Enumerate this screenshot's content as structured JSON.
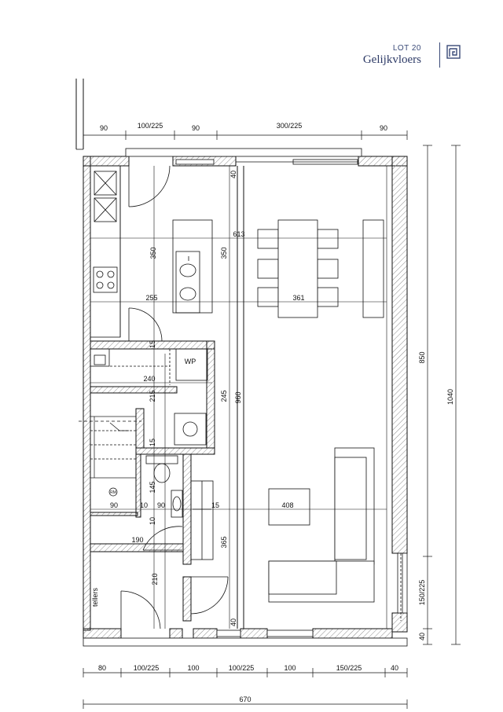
{
  "header": {
    "lot": "LOT 20",
    "title": "Gelijkvloers"
  },
  "labels": {
    "wp": "WP",
    "rm": "RM",
    "tellers": "tellers"
  },
  "dimensions": {
    "top": [
      "90",
      "100/225",
      "90",
      "300/225",
      "90"
    ],
    "bottom": [
      "80",
      "100/225",
      "100",
      "100/225",
      "100",
      "150/225",
      "40"
    ],
    "total_width": "670",
    "right_outer": [
      "1040"
    ],
    "right_inner": [
      "850",
      "150/225",
      "40"
    ],
    "interior": {
      "d40_top": "40",
      "d350_left": "350",
      "d350_mid": "350",
      "d613": "613",
      "d255": "255",
      "d361": "361",
      "d15_a": "15",
      "d240": "240",
      "d215": "215",
      "d245": "245",
      "d960": "960",
      "d15_b": "15",
      "d145": "145",
      "d90_a": "90",
      "d10_a": "10",
      "d90_b": "90",
      "d15_c": "15",
      "d408": "408",
      "d10_b": "10",
      "d190": "190",
      "d365": "365",
      "d210": "210",
      "d40_bottom": "40"
    }
  },
  "colors": {
    "header_text": "#2d3a66",
    "line": "#111111",
    "hatch": "#9a9a9a"
  }
}
